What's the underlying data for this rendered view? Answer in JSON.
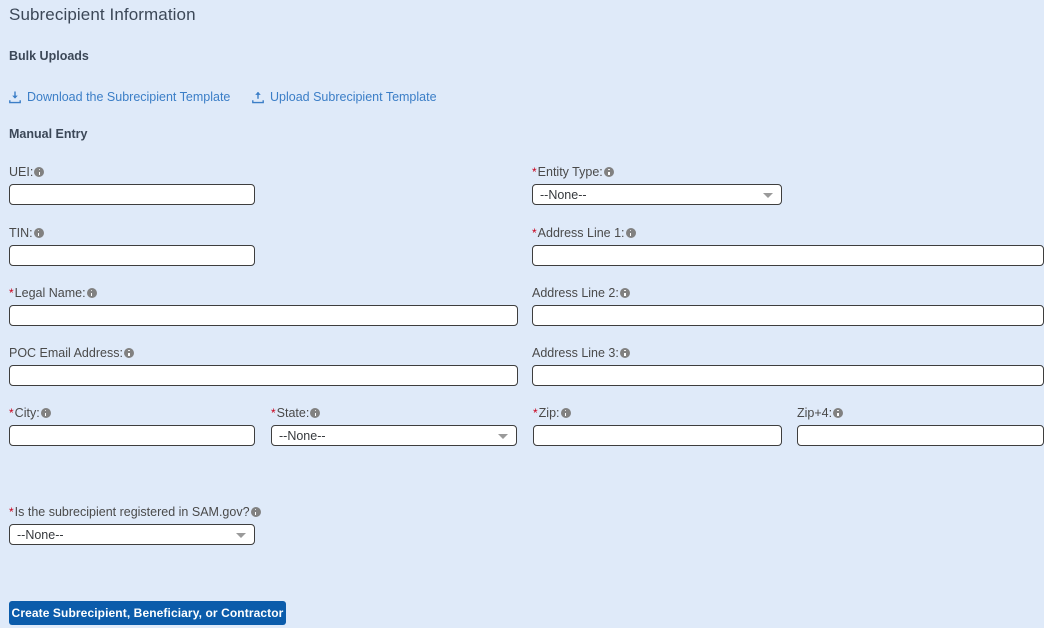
{
  "page": {
    "title": "Subrecipient Information",
    "background_color": "#dfeaf9",
    "sections": {
      "bulk_uploads": "Bulk Uploads",
      "manual_entry": "Manual Entry"
    }
  },
  "bulk_links": [
    {
      "label": "Download the Subrecipient Template",
      "icon": "download-icon",
      "color": "#3b7ec7"
    },
    {
      "label": "Upload Subrecipient Template",
      "icon": "upload-icon",
      "color": "#3b7ec7"
    }
  ],
  "fields": {
    "uei": {
      "label": "UEI:",
      "required": false,
      "value": "",
      "type": "text"
    },
    "tin": {
      "label": "TIN:",
      "required": false,
      "value": "",
      "type": "text"
    },
    "legal_name": {
      "label": "Legal Name:",
      "required": true,
      "value": "",
      "type": "text"
    },
    "poc_email": {
      "label": "POC Email Address:",
      "required": false,
      "value": "",
      "type": "text"
    },
    "entity_type": {
      "label": "Entity Type:",
      "required": true,
      "value": "--None--",
      "type": "select"
    },
    "address_line_1": {
      "label": "Address Line 1:",
      "required": true,
      "value": "",
      "type": "text"
    },
    "address_line_2": {
      "label": "Address Line 2:",
      "required": false,
      "value": "",
      "type": "text"
    },
    "address_line_3": {
      "label": "Address Line 3:",
      "required": false,
      "value": "",
      "type": "text"
    },
    "city": {
      "label": "City:",
      "required": true,
      "value": "",
      "type": "text"
    },
    "state": {
      "label": "State:",
      "required": true,
      "value": "--None--",
      "type": "select"
    },
    "zip": {
      "label": "Zip:",
      "required": true,
      "value": "",
      "type": "text"
    },
    "zip4": {
      "label": "Zip+4:",
      "required": false,
      "value": "",
      "type": "text"
    },
    "sam_registered": {
      "label": "Is the subrecipient registered in SAM.gov?",
      "required": true,
      "value": "--None--",
      "type": "select"
    }
  },
  "submit": {
    "label": "Create Subrecipient, Beneficiary, or Contractor",
    "color": "#0b5cab"
  }
}
